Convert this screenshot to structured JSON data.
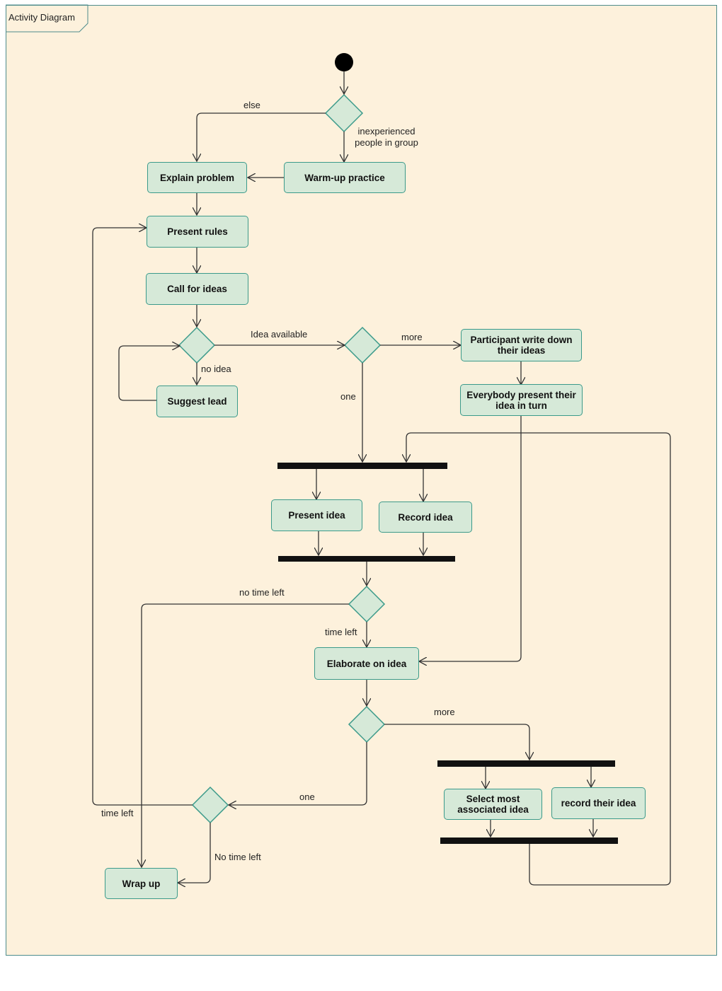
{
  "frame": {
    "title": "Activity Diagram"
  },
  "actions": {
    "explain_problem": "Explain problem",
    "warmup_practice": "Warm-up practice",
    "present_rules": "Present rules",
    "call_for_ideas": "Call for ideas",
    "suggest_lead": "Suggest lead",
    "participant_write": "Participant write down their ideas",
    "everybody_present": "Everybody present their idea in turn",
    "present_idea": "Present idea",
    "record_idea": "Record idea",
    "elaborate_on_idea": "Elaborate on idea",
    "select_most_associated": "Select most associated idea",
    "record_their_idea": "record their idea",
    "wrap_up": "Wrap up"
  },
  "guards": {
    "else": "else",
    "inexperienced": "inexperienced people in group",
    "idea_available": "Idea available",
    "no_idea": "no idea",
    "more_1": "more",
    "one_1": "one",
    "no_time_left_1": "no time left",
    "time_left_1": "time left",
    "more_2": "more",
    "one_2": "one",
    "time_left_2": "time left",
    "no_time_left_2": "No time left"
  },
  "colors": {
    "frame_background": "#fdf1dc",
    "frame_border": "#4d8c8c",
    "node_fill": "#d6e9d8",
    "node_border": "#3b9a8a",
    "edge": "#333333",
    "bar": "#111111"
  }
}
